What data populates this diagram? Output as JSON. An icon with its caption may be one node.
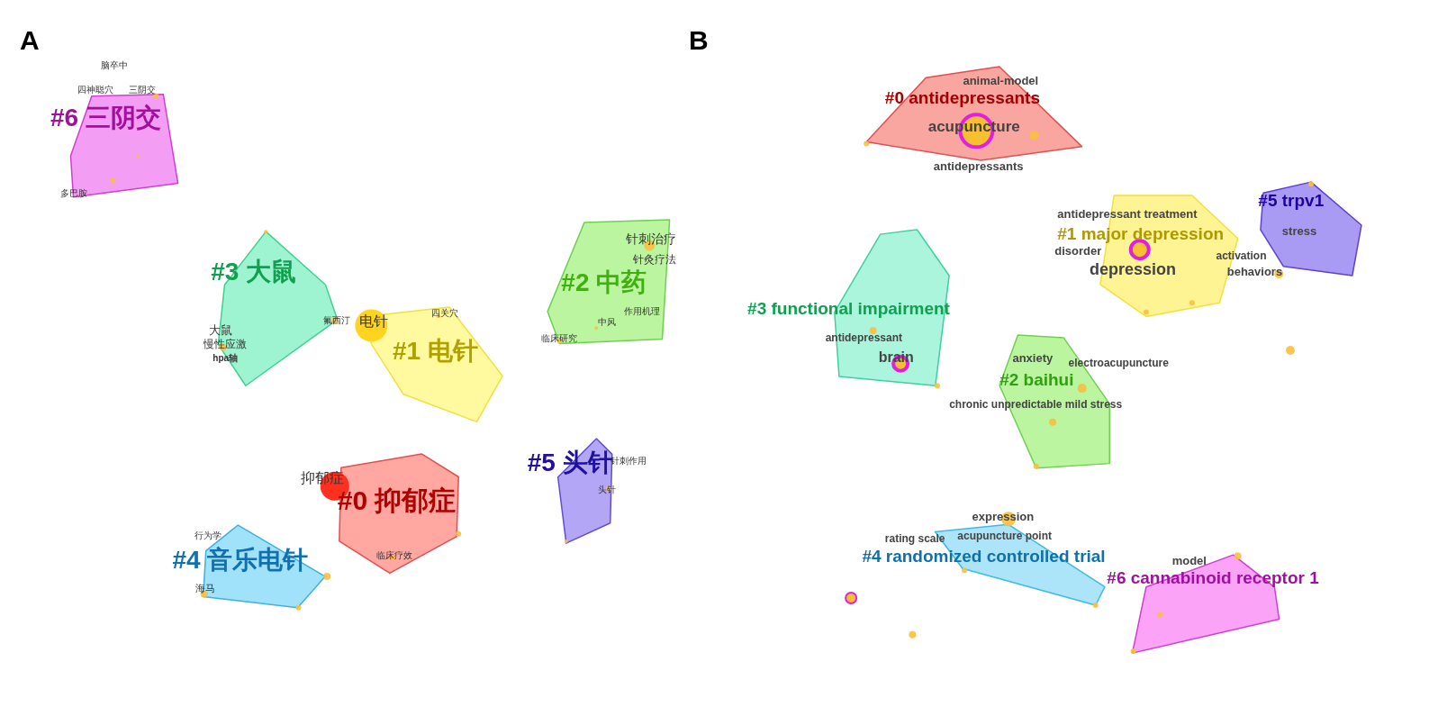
{
  "diagram": {
    "nodes": [
      {
        "text": [
          "#6 三阴交",
          "脑卒中",
          "四神聪穴",
          "三阴交",
          "多巴胺"
        ]
      },
      {
        "text": [
          "#3 大鼠",
          "大鼠",
          "慢性应激",
          "hpa轴",
          "氟西汀"
        ]
      },
      {
        "text": [
          "#1 电针",
          "电针",
          "四关穴"
        ]
      },
      {
        "text": [
          "#2 中药",
          "针刺治疗",
          "针灸疗法",
          "作用机理",
          "中风",
          "临床研究"
        ]
      },
      {
        "text": [
          "抑郁症",
          "#0 抑郁症",
          "临床疗效"
        ]
      },
      {
        "text": [
          "#5 头针",
          "针刺作用",
          "头针"
        ]
      },
      {
        "text": [
          "行为学",
          "#4 音乐电针",
          "海马"
        ]
      },
      {
        "text": [
          "#0 antidepressants",
          "animal-model",
          "acupuncture",
          "antidepressants"
        ]
      },
      {
        "text": [
          "#1 major depression",
          "antidepressant treatment",
          "disorder",
          "depression"
        ]
      },
      {
        "text": [
          "#5 trpv1",
          "stress",
          "activation",
          "behaviors"
        ]
      },
      {
        "text": [
          "#3 functional impairment",
          "antidepressant",
          "brain"
        ]
      },
      {
        "text": [
          "#2 baihui",
          "anxiety",
          "electroacupuncture",
          "chronic unpredictable mild stress"
        ]
      },
      {
        "text": [
          "#4 randomized controlled trial",
          "expression",
          "acupuncture point",
          "rating scale"
        ]
      },
      {
        "text": [
          "model",
          "#6 cannabinoid receptor 1"
        ]
      }
    ],
    "labels": [
      "A",
      "B"
    ]
  }
}
